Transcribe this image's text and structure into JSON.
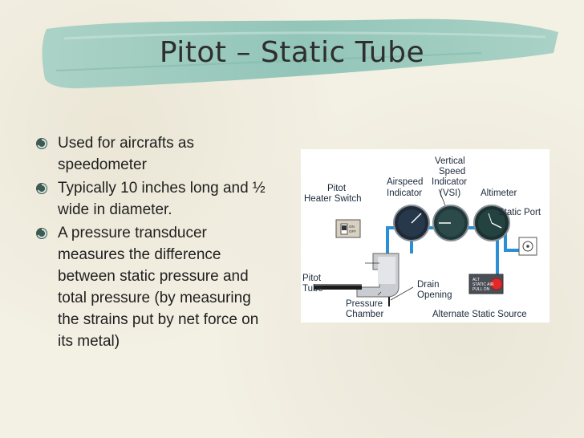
{
  "slide": {
    "title": "Pitot – Static Tube",
    "bullets": [
      "Used for aircrafts as speedometer",
      "Typically 10 inches long and ½ wide in diameter.",
      "A pressure transducer measures the difference between static pressure and total pressure (by measuring the strains put by net force on its metal)"
    ]
  },
  "diagram": {
    "labels": {
      "pitot_heater_switch_1": "Pitot",
      "pitot_heater_switch_2": "Heater Switch",
      "airspeed_indicator_1": "Airspeed",
      "airspeed_indicator_2": "Indicator",
      "vsi_1": "Vertical",
      "vsi_2": "Speed",
      "vsi_3": "Indicator",
      "vsi_4": "(VSI)",
      "altimeter": "Altimeter",
      "static_port": "Static Port",
      "pitot_tube_1": "Pitot",
      "pitot_tube_2": "Tube",
      "drain_opening_1": "Drain",
      "drain_opening_2": "Opening",
      "pressure_chamber_1": "Pressure",
      "pressure_chamber_2": "Chamber",
      "alternate_static_source": "Alternate Static Source",
      "switch_on": "ON",
      "switch_off": "OFF",
      "alt_static_1": "ALT",
      "alt_static_2": "STATIC AIR",
      "alt_static_3": "PULL ON"
    }
  },
  "colors": {
    "title_band": "#8fc4b8",
    "tube": "#2a8fd4",
    "bullet": "#3e5a52"
  }
}
